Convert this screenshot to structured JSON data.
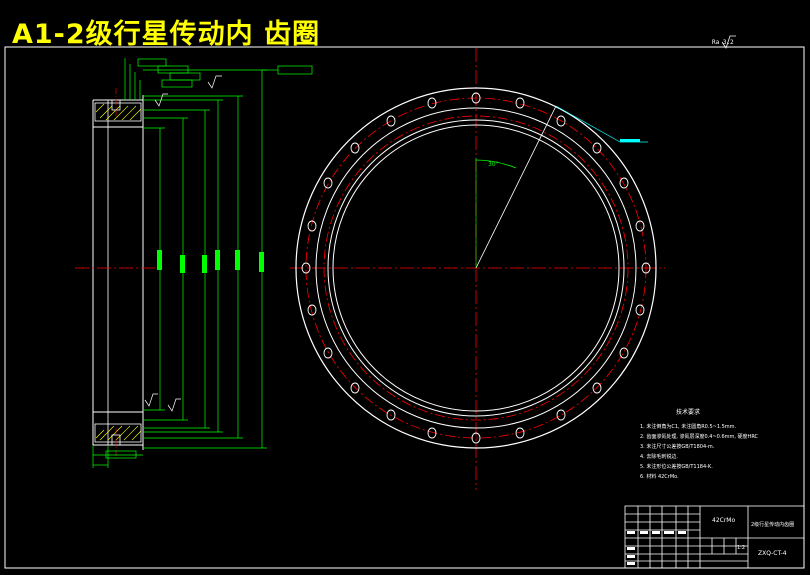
{
  "title": "A1-2级行星传动内 齿圈",
  "roughness_note": "Ra 3.2",
  "angle_label": "30°",
  "tech_requirements": {
    "heading": "技术要求",
    "items": [
      "1. 未注倒角为C1, 未注圆角R0.5~1.5mm.",
      "2. 齿面渗氮处理, 渗氮层深度0.4~0.6mm, 硬度HRC",
      "3. 未注尺寸公差按GB/T1804-m.",
      "4. 去除毛刺锐边.",
      "5. 未注形位公差按GB/T1184-K.",
      "6. 材料 42CrMo."
    ]
  },
  "title_block": {
    "material": "42CrMo",
    "part_name": "2级行星传动内齿圈",
    "drawing_no": "ZXQ-CT-4",
    "scale": "1:2"
  },
  "colors": {
    "outline": "#ffffff",
    "dimension": "#00ff00",
    "centerline": "#ff0000",
    "hatch": "#ffff00",
    "title": "#ffff00",
    "leader": "#00ffff"
  }
}
